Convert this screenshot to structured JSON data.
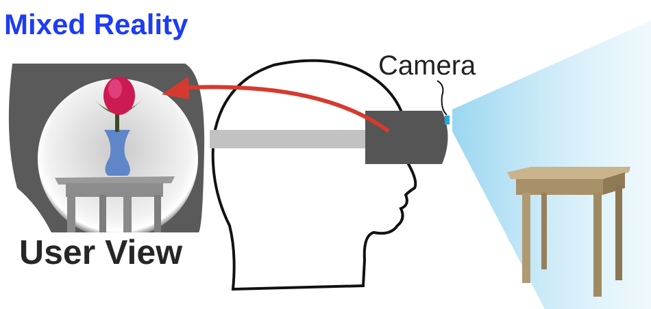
{
  "title": "Mixed Reality",
  "user_view_label": "User View",
  "camera_label": "Camera",
  "colors": {
    "title": "#1e3cf2",
    "arrow": "#d63a2f",
    "headset": "#555555",
    "light": "#9fd8f0"
  }
}
